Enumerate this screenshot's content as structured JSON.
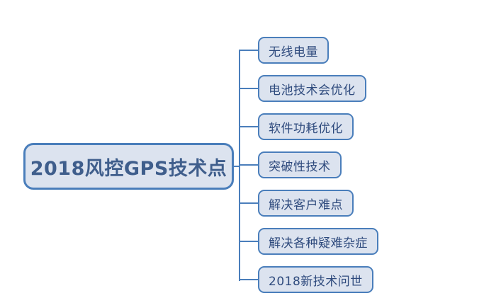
{
  "diagram": {
    "type": "mind-map",
    "background_color": "#ffffff",
    "node_fill_color": "#dce3ef",
    "node_border_color": "#4a7ebb",
    "connector_color": "#4a7ebb",
    "root": {
      "label": "2018风控GPS技术点",
      "text_color": "#3f5e8c"
    },
    "children": [
      {
        "label": "无线电量",
        "text_color": "#2e4a7d"
      },
      {
        "label": "电池技术会优化",
        "text_color": "#2e4a7d"
      },
      {
        "label": "软件功耗优化",
        "text_color": "#2e4a7d"
      },
      {
        "label": "突破性技术",
        "text_color": "#2e4a7d"
      },
      {
        "label": "解决客户难点",
        "text_color": "#2e4a7d"
      },
      {
        "label": "解决各种疑难杂症",
        "text_color": "#2e4a7d"
      },
      {
        "label": "2018新技术问世",
        "text_color": "#2e4a7d"
      }
    ]
  }
}
